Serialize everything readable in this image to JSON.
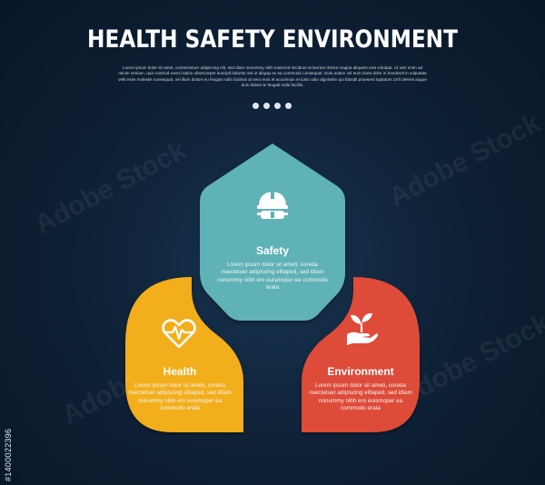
{
  "header": {
    "title": "HEALTH SAFETY ENVIRONMENT",
    "subtitle": "Lorem ipsum dolor sit amet, consectetuer adipiscing elit, sed diam nonummy nibh euismod tincidunt ut laoreet dolore magna aliquam erat volutpat. Ut wisi enim ad minim veniam, quis nostrud exerci tation ullamcorper suscipit lobortis nisl ut aliquip ex ea commodo consequat. Duis autem vel eum iriure dolor in hendrerit in vulputate velit esse molestie consequat, vel illum dolore eu feugiat nulla facilisis at vero eros et accumsan et iusto odio dignissim qui blandit praesent luptatum zzril delenit augue duis dolore te feugait nulla facilisi."
  },
  "pager": {
    "dots": 4
  },
  "cards": [
    {
      "id": "safety",
      "title": "Safety",
      "desc": "Lorem ipsum dolor sit ameti, coreda nsectetuer adipiscing elitaped, sed idiam nonummy nibh ero euismoper ea commodo erata",
      "color": "#5fb2b5",
      "icon": "hard-hat-goggles-icon"
    },
    {
      "id": "health",
      "title": "Health",
      "desc": "Lorem ipsum dolor sit ameti, coreda nsectetuer adipiscing elitaped, sed idiam nonummy nibh ero euismoper ea commodo erata",
      "color": "#f3ae1f",
      "icon": "heart-pulse-icon"
    },
    {
      "id": "environment",
      "title": "Environment",
      "desc": "Lorem ipsum dolor sit ameti, coreda nsectetuer adipiscing elitaped, sed idiam nonummy nibh ero euismoper ea commodo erata",
      "color": "#de4b38",
      "icon": "hand-plant-icon"
    }
  ],
  "watermark": {
    "text": "Adobe Stock",
    "id": "#1400022396"
  },
  "colors": {
    "background": "#0f2238",
    "safety": "#5fb2b5",
    "health": "#f3ae1f",
    "environment": "#de4b38"
  }
}
